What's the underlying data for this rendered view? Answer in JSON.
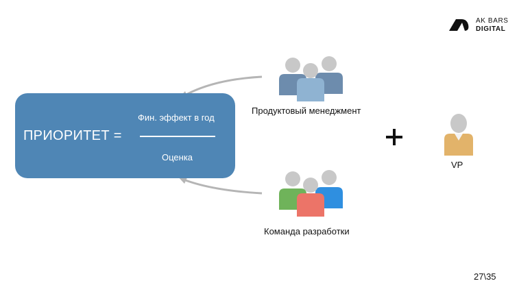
{
  "logo": {
    "line1": "AK BARS",
    "line2": "DIGITAL"
  },
  "formula": {
    "label": "ПРИОРИТЕТ =",
    "numerator": "Фин. эффект в год",
    "denominator": "Оценка"
  },
  "groups": {
    "product_management": "Продуктовый менеджмент",
    "dev_team": "Команда разработки",
    "vp": "VP"
  },
  "page_number": "27\\35",
  "colors": {
    "formula_box": "#4f86b5",
    "arrow": "#b5b5b5",
    "pm_back": "#6d8cad",
    "pm_front": "#8fb3d2",
    "dev_green": "#6fb35a",
    "dev_blue": "#2f8fe0",
    "dev_red": "#ec7468",
    "vp_body": "#e2b36a",
    "head": "#c8c8c8"
  }
}
